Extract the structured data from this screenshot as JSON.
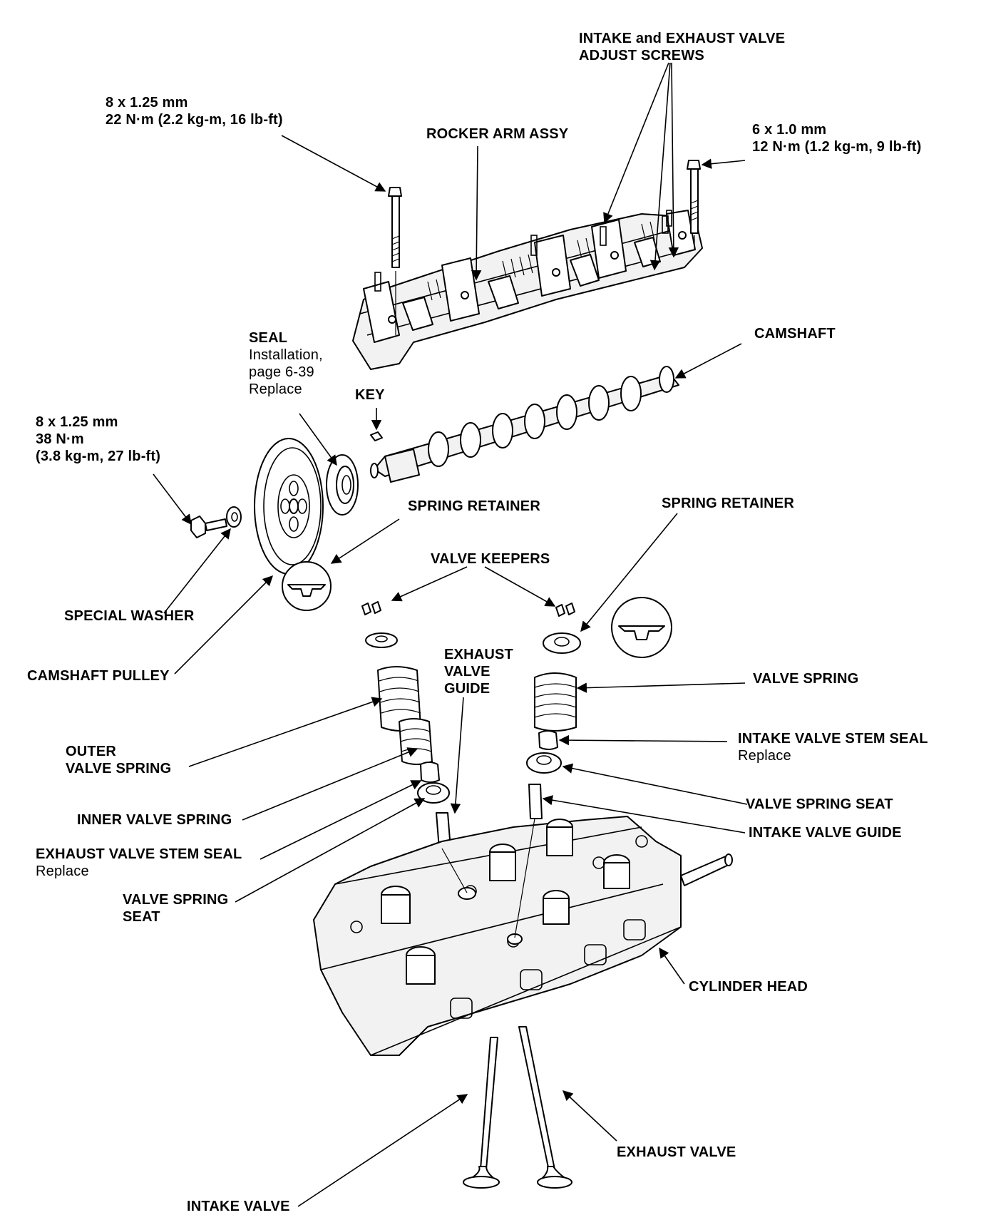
{
  "labels": {
    "adjust_screws": [
      "INTAKE and EXHAUST VALVE",
      "ADJUST SCREWS"
    ],
    "bolt_left": [
      "8 x 1.25 mm",
      "22 N·m (2.2 kg-m, 16 lb-ft)"
    ],
    "rocker_arm": "ROCKER ARM ASSY",
    "bolt_right": [
      "6 x 1.0 mm",
      "12 N·m (1.2 kg-m, 9 lb-ft)"
    ],
    "seal": {
      "title": "SEAL",
      "lines": [
        "Installation,",
        "page 6-39",
        "Replace"
      ]
    },
    "camshaft": "CAMSHAFT",
    "key": "KEY",
    "pulley_bolt": [
      "8 x 1.25 mm",
      "38 N·m",
      "(3.8 kg-m, 27 lb-ft)"
    ],
    "spring_retainer_left": "SPRING RETAINER",
    "spring_retainer_right": "SPRING RETAINER",
    "valve_keepers": "VALVE KEEPERS",
    "special_washer": "SPECIAL WASHER",
    "camshaft_pulley": "CAMSHAFT PULLEY",
    "exhaust_valve_guide": [
      "EXHAUST",
      "VALVE",
      "GUIDE"
    ],
    "valve_spring": "VALVE SPRING",
    "intake_stem_seal": {
      "title": "INTAKE VALVE STEM SEAL",
      "note": "Replace"
    },
    "outer_valve_spring": [
      "OUTER",
      "VALVE SPRING"
    ],
    "valve_spring_seat_right": "VALVE SPRING SEAT",
    "inner_valve_spring": "INNER VALVE SPRING",
    "intake_valve_guide": "INTAKE VALVE GUIDE",
    "exhaust_stem_seal": {
      "title": "EXHAUST VALVE STEM SEAL",
      "note": "Replace"
    },
    "valve_spring_seat_left": [
      "VALVE SPRING",
      "SEAT"
    ],
    "cylinder_head": "CYLINDER HEAD",
    "exhaust_valve": "EXHAUST VALVE",
    "intake_valve": "INTAKE VALVE"
  }
}
